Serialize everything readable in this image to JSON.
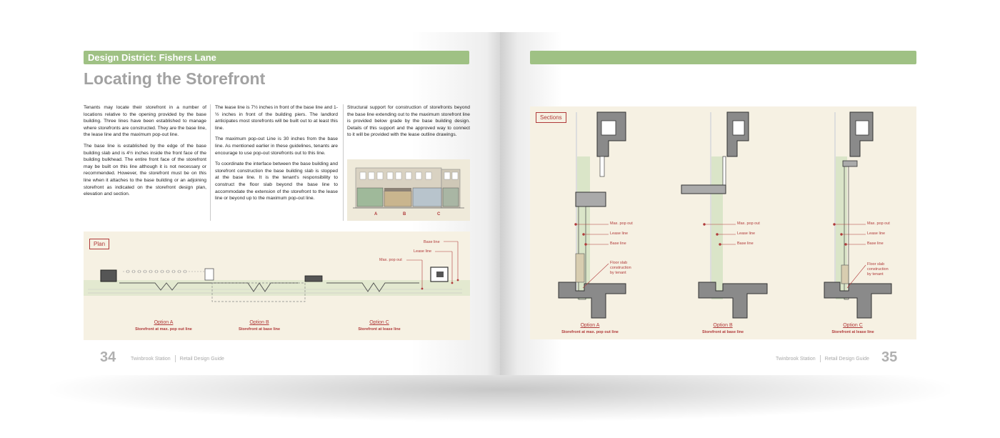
{
  "left_page": {
    "header_bar": "Design District: Fishers Lane",
    "title": "Locating the Storefront",
    "col1": {
      "p1": "Tenants may locate their storefront in a number of locations relative to the opening provided by the base building. Three lines have been established to manage where storefronts are constructed. They are the base line, the lease line and the maximum pop-out line.",
      "p2": "The base line is established by the edge of the base building slab and is 4½ inches inside the front face of the building bulkhead. The entire front face of the storefront may be built on this line although it is not necessary or recommended. However, the storefront must be on this line when it attaches to the base building or an adjoining storefront as indicated on the storefront design plan, elevation and section."
    },
    "col2": {
      "p1": "The lease line is 7½ inches in front of the base line and 1-½ inches in front of the building piers. The landlord anticipates most storefronts will be built out to at least this line.",
      "p2": "The maximum pop-out Line is 30 inches from the base line. As mentioned earlier in these guidelines, tenants are encourage to use pop-out storefronts out to this line.",
      "p3": "To coordinate the interface between the base building and storefront construction the base building slab is stopped at the base line. It is the tenant's responsibility to construct the floor slab beyond the base line to accommodate the extension of the storefront to the lease line or beyond up to the maximum pop-out line."
    },
    "col3": {
      "p1": "Structural support for construction of storefronts beyond the base line extending out to the maximum storefront line is provided below grade by the base building design. Details of this support and the approved way to connect to it will be provided with the lease outline drawings."
    },
    "photo_labels": [
      "A",
      "B",
      "C"
    ],
    "plan": {
      "label": "Plan",
      "callouts": [
        "Base line",
        "Lease line",
        "Max. pop out"
      ],
      "options": [
        {
          "name": "Option A",
          "desc": "Storefront at max. pop out line"
        },
        {
          "name": "Option B",
          "desc": "Storefront at base line"
        },
        {
          "name": "Option C",
          "desc": "Storefront at lease line"
        }
      ]
    },
    "page_number": "34",
    "footer_left": "Twinbrook Station",
    "footer_right": "Retail Design Guide"
  },
  "right_page": {
    "sections": {
      "label": "Sections",
      "callouts": [
        "Max. pop out",
        "Lease line",
        "Base line"
      ],
      "floor_note": [
        "Floor slab",
        "construction",
        "by tenant"
      ],
      "options": [
        {
          "name": "Option A",
          "desc": "Storefront at max. pop out line"
        },
        {
          "name": "Option B",
          "desc": "Storefront at base line"
        },
        {
          "name": "Option C",
          "desc": "Storefront at lease line"
        }
      ]
    },
    "page_number": "35",
    "footer_left": "Twinbrook Station",
    "footer_right": "Retail Design Guide"
  },
  "colors": {
    "header_green": "#9fc184",
    "accent_red": "#b03a3a",
    "panel_beige": "#f6f1e3"
  }
}
